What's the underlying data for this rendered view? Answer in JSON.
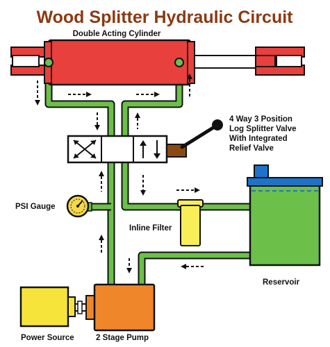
{
  "title": "Wood Splitter Hydraulic Circuit",
  "labels": {
    "cylinder": "Double Acting Cylinder",
    "valve_line1": "4 Way 3 Position",
    "valve_line2": "Log Splitter Valve",
    "valve_line3": "With Integrated",
    "valve_line4": "Relief Valve",
    "psi_gauge": "PSI Gauge",
    "inline_filter": "Inline Filter",
    "reservoir": "Reservoir",
    "power_source": "Power Source",
    "pump": "2 Stage Pump"
  },
  "colors": {
    "title": "#8b3a12",
    "cylinder": "#e8403c",
    "pipe": "#6cc04a",
    "reservoir_body": "#6cc04a",
    "reservoir_lid": "#1e73c8",
    "pump": "#f0862a",
    "power_source": "#f7e43a",
    "filter": "#f7ee58",
    "gauge": "#f5d84a",
    "valve": "#ffffff",
    "handle_block": "#8b4a12"
  }
}
